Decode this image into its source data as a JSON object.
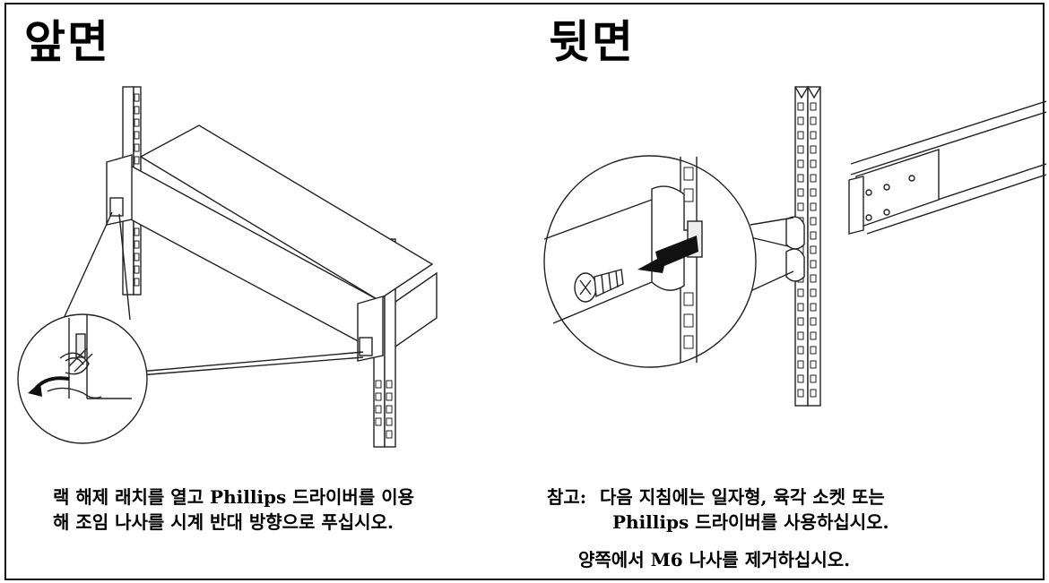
{
  "front": {
    "heading": "앞면",
    "caption_line1": "랙 해제 래치를 열고 Phillips 드라이버를 이용",
    "caption_line2": "해 조임 나사를 시계 반대 방향으로 푸십시오."
  },
  "rear": {
    "heading": "뒷면",
    "note_label": "참고:",
    "note_line1": "다음 지침에는 일자형, 육각 소켓 또는",
    "note_line2": "Phillips 드라이버를 사용하십시오.",
    "instruction": "양쪽에서 M6 나사를 제거하십시오."
  },
  "colors": {
    "line": "#222222",
    "background": "#ffffff",
    "arrow": "#111111"
  }
}
